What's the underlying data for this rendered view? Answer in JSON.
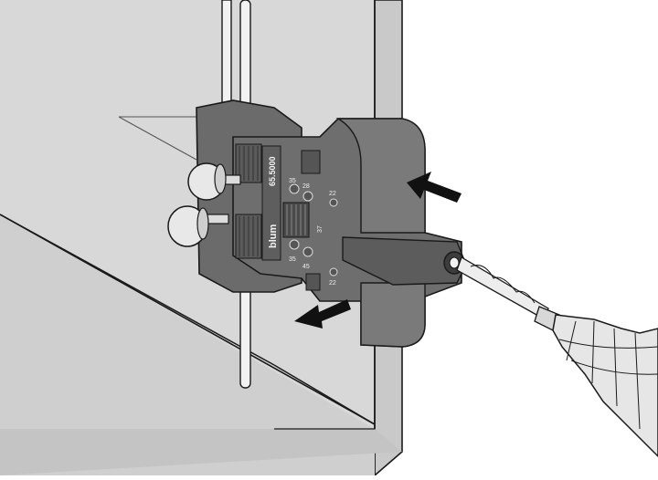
{
  "diagram": {
    "jig_model_label": "65.5000",
    "brand_label": "blum",
    "hole_labels": {
      "top_left": "35",
      "top_right": "28",
      "bottom_left": "35",
      "bottom_right": "45",
      "side_top": "22",
      "side_bottom": "22",
      "center": "37"
    }
  },
  "colors": {
    "jig_body": "#6b6b6b",
    "jig_dark": "#4a4a4a",
    "jig_light": "#8a8a8a",
    "panel_face": "#d9d9d9",
    "panel_side": "#c6c6c6",
    "rod": "#f2f2f2",
    "knob": "#e8e8e8",
    "arrow": "#111111",
    "outline": "#1a1a1a"
  },
  "icons": [
    "press-arrow-icon",
    "drill-bit-icon",
    "clamp-knob-icon"
  ]
}
